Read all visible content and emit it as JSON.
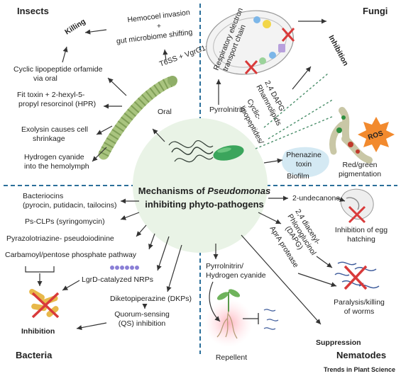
{
  "quadrants": {
    "insects": "Insects",
    "fungi": "Fungi",
    "bacteria": "Bacteria",
    "nematodes": "Nematodes"
  },
  "center": {
    "line1_pre": "Mechanisms of ",
    "line1_italic": "Pseudomonas",
    "line2": "inhibiting phyto-pathogens"
  },
  "insects": {
    "killing": "Killing",
    "hemocoel_1": "Hemocoel invasion",
    "hemocoel_2": "+",
    "hemocoel_3": "gut microbiome shifting",
    "t6ss": "T6SS + VgrG1a",
    "orfamide_1": "Cyclic lipopeptide orfamide",
    "orfamide_2": "via oral",
    "fit_1": "Fit toxin + 2-hexyl-5-",
    "fit_2": "propyl resorcinol (HPR)",
    "oral": "Oral",
    "exolysin_1": "Exolysin causes cell",
    "exolysin_2": "shrinkage",
    "hcn_1": "Hydrogen cyanide",
    "hcn_2": "into the hemolymph"
  },
  "fungi": {
    "resp_1": "Respiratory electron",
    "resp_2": "transport chain",
    "inhibition": "Inhibition",
    "pyrrolnitrin": "Pyrrolnitrin",
    "dapg": "2,4 DAPG",
    "rhamnolipids": "Rhamnolipids",
    "clp_1": "Cyclic-",
    "clp_2": "lipopeptides/",
    "phenazine_1": "Phenazine",
    "phenazine_2": "toxin",
    "biofilm": "Biofilm",
    "ros": "ROS",
    "pigment_1": "Red/green",
    "pigment_2": "pigmentation"
  },
  "bacteria": {
    "bacteriocins_1": "Bacteriocins",
    "bacteriocins_2": "(pyrocin, putidacin, tailocins)",
    "psclps": "Ps-CLPs (syringomycin)",
    "pyrazolo": "Pyrazolotriazine- pseudoiodinine",
    "carbamoyl": "Carbamoyl/pentose phosphate pathway",
    "lgrd": "LgrD-catalyzed NRPs",
    "dkp": "Diketopiperazine (DKPs)",
    "qs_1": "Quorum-sensing",
    "qs_2": "(QS) inhibition",
    "inhibition": "Inhibition"
  },
  "nematodes": {
    "undecanone": "2-undecanone",
    "egg_1": "Inhibition of egg",
    "egg_2": "hatching",
    "dapg_1": "2,4 diacetyl-",
    "dapg_2": "Phloroglucinol",
    "dapg_3": "(DAPG)",
    "apra": "AprA protease",
    "pyr_1": "Pyrrolnitrin/",
    "pyr_2": "Hydrogen cyanide",
    "paralysis_1": "Paralysis/killing",
    "paralysis_2": "of worms",
    "suppression": "Suppression",
    "repellent": "Repellent"
  },
  "footer": "Trends in Plant Science",
  "colors": {
    "center_circle": "#e9f3e6",
    "divider": "#2b6f9a",
    "bacterium": "#3ba55c",
    "caterpillar": "#a9c47f",
    "ros_burst": "#f28a2e",
    "red_x": "#d93a3a"
  }
}
